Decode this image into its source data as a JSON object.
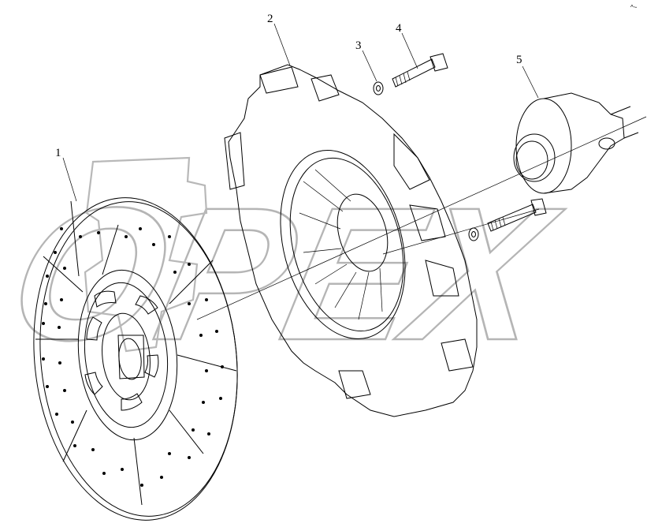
{
  "diagram": {
    "callouts": [
      {
        "id": "1",
        "label": "1"
      },
      {
        "id": "2",
        "label": "2"
      },
      {
        "id": "3",
        "label": "3"
      },
      {
        "id": "4",
        "label": "4"
      },
      {
        "id": "5",
        "label": "5"
      }
    ],
    "corner_mark": "^~",
    "watermark_text": "OPEX"
  }
}
